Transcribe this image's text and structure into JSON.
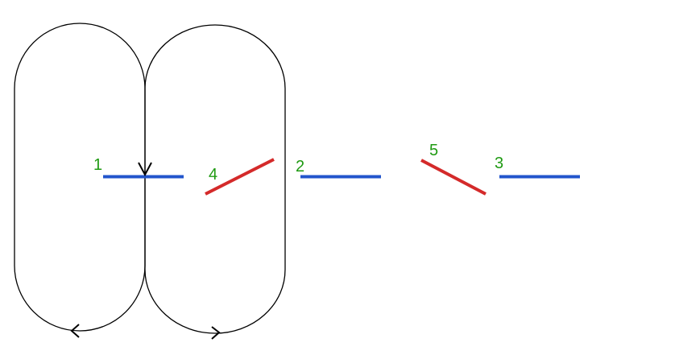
{
  "colors": {
    "background": "#ffffff",
    "loop_stroke": "#000000",
    "blue_segment": "#2255cc",
    "red_segment": "#d42a2a",
    "label": "#1f9a12"
  },
  "segments": [
    {
      "label": "1",
      "color": "blue"
    },
    {
      "label": "2",
      "color": "blue"
    },
    {
      "label": "3",
      "color": "blue"
    },
    {
      "label": "4",
      "color": "red"
    },
    {
      "label": "5",
      "color": "red"
    }
  ]
}
